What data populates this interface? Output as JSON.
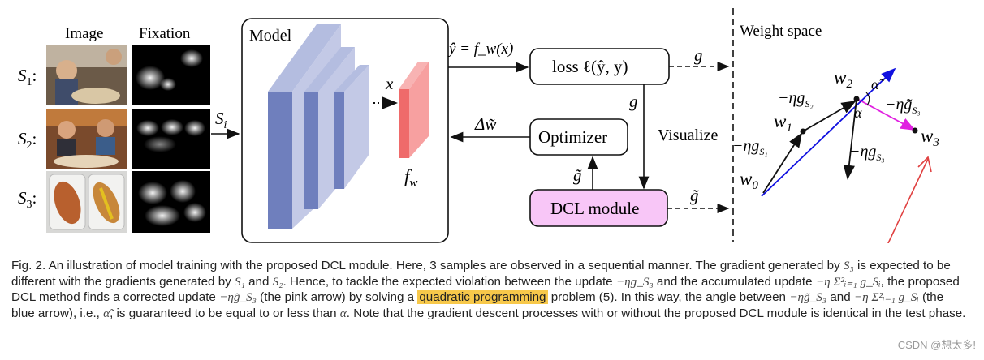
{
  "figure": {
    "columns": {
      "image": "Image",
      "fixation": "Fixation"
    },
    "samples": [
      {
        "label": "S",
        "sub": "1",
        "colon": ":"
      },
      {
        "label": "S",
        "sub": "2",
        "colon": ":"
      },
      {
        "label": "S",
        "sub": "3",
        "colon": ":"
      }
    ],
    "input_label": "S",
    "input_sub": "i",
    "model": {
      "title": "Model",
      "x_label": "x",
      "fw_label": "f",
      "fw_sub": "w"
    },
    "prediction_label": "ŷ = f_w(x)",
    "loss_label": "loss ℓ(ŷ, y)",
    "optimizer_label": "Optimizer",
    "dcl_label": "DCL module",
    "delta_w_label": "Δw̃",
    "g_label": "g",
    "g_tilde_label": "g̃",
    "visualize_label": "Visualize",
    "weight_space": {
      "title": "Weight space",
      "w0": "w",
      "w0_sub": "0",
      "w1": "w",
      "w1_sub": "1",
      "w2": "w",
      "w2_sub": "2",
      "w3": "w",
      "w3_sub": "3",
      "eta_gS1": "−ηg",
      "eta_gS1_sub": "S₁",
      "eta_gS2": "−ηg",
      "eta_gS2_sub": "S₂",
      "eta_gS3": "−ηg",
      "eta_gS3_sub": "S₃",
      "eta_gtS3": "−ηg̃",
      "eta_gtS3_sub": "S₃",
      "alpha": "α",
      "alpha_tilde": "α̃"
    },
    "colors": {
      "dcl_fill": "#f8c6f7",
      "pink_arrow": "#e020e0",
      "blue_arrow": "#1010e0",
      "red_arrow": "#e04040",
      "model_layer": "#7a87c0",
      "fw_layer": "#f28a8a"
    }
  },
  "caption": {
    "p1": "Fig. 2. An illustration of model training with the proposed DCL module. Here, 3 samples are observed in a sequential manner. The gradient generated by ",
    "m1": "S₃",
    "p2": " is expected to be different with the gradients generated by ",
    "m2": "S₁",
    "p3": " and ",
    "m3": "S₂",
    "p4": ". Hence, to tackle the expected violation between the update ",
    "m4": "−ηg_S₃",
    "p5": " and the accumulated update ",
    "m5": "−η Σ²ᵢ₌₁ g_Sᵢ",
    "p6": ", the proposed DCL method finds a corrected update ",
    "m6": "−ηg̃_S₃",
    "p7": " (the pink arrow) by solving a ",
    "highlight": "quadratic programming",
    "p8": " problem (5). In this way, the angle between ",
    "m7": "−ηg̃_S₃",
    "p9": " and ",
    "m8": "−η Σ²ᵢ₌₁ g_Sᵢ",
    "p10": " (the blue arrow), i.e., ",
    "m9": "α̃",
    "p11": ", is guaranteed to be equal to or less than ",
    "m10": "α",
    "p12": ". Note that the gradient descent processes with or without the proposed DCL module is identical in the test phase."
  },
  "watermark": "CSDN @想太多!"
}
